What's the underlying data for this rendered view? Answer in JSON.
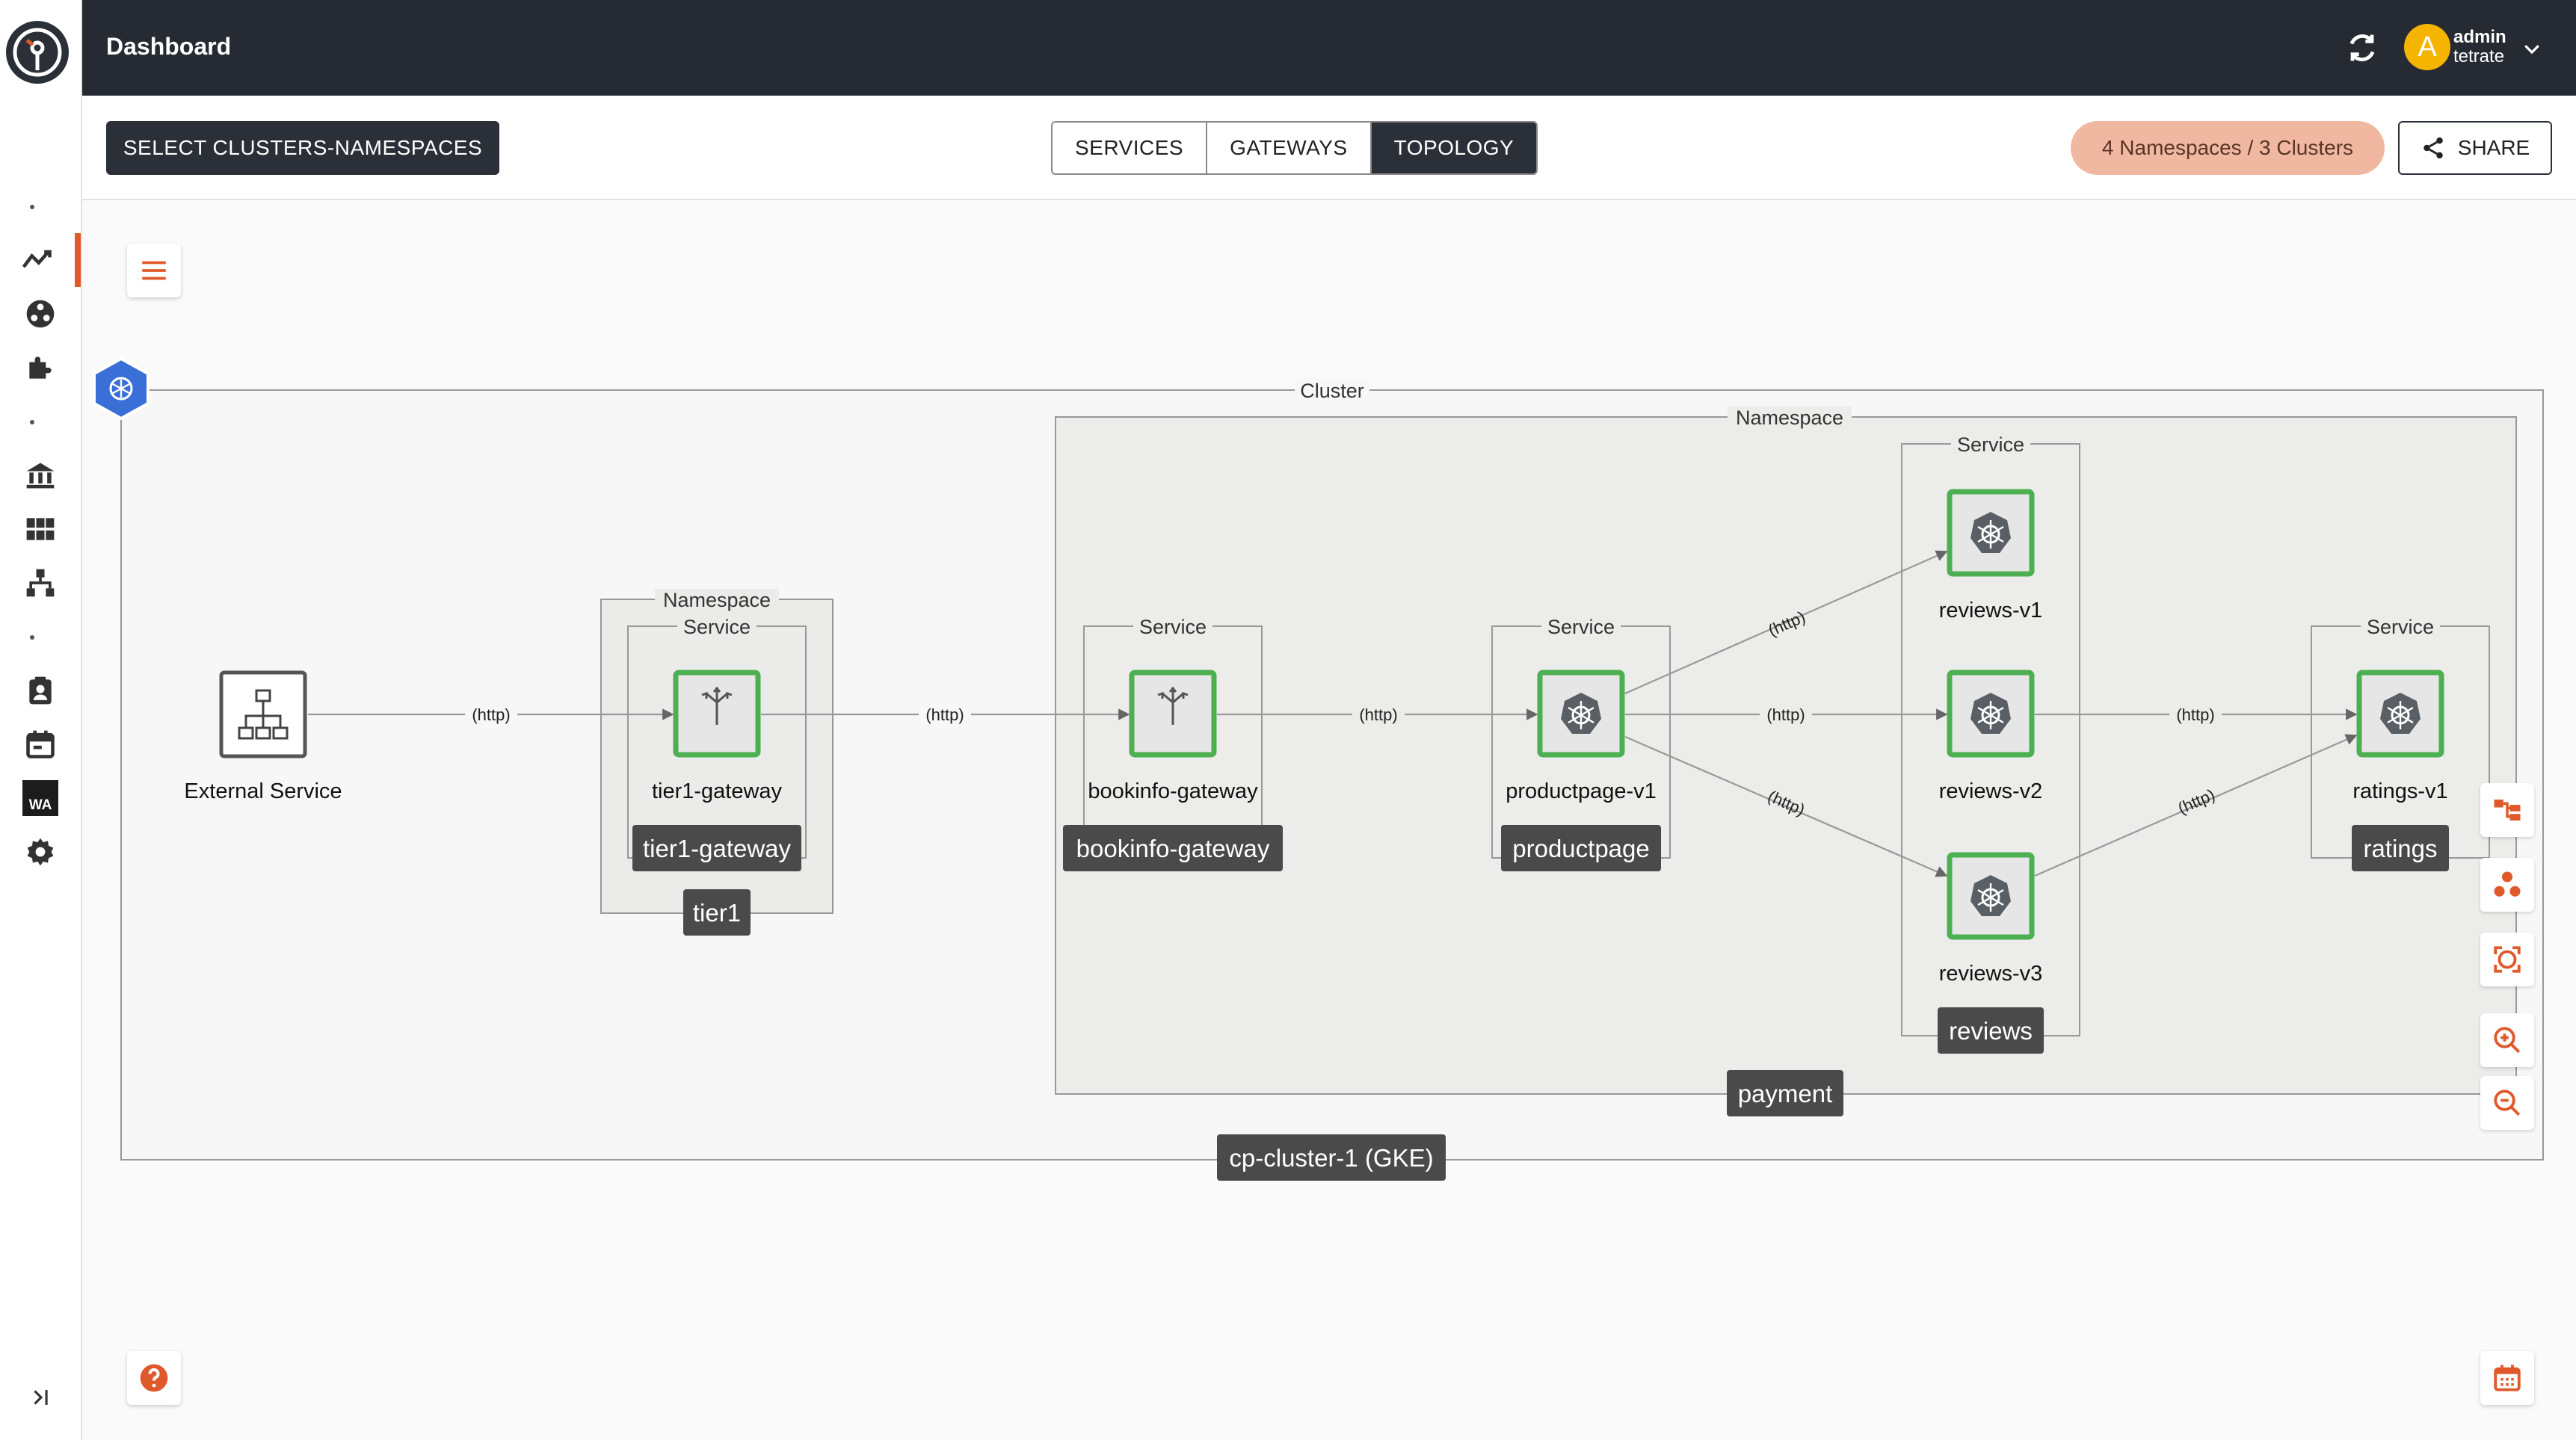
{
  "header": {
    "title": "Dashboard",
    "user_initial": "A",
    "user_name": "admin",
    "user_org": "tetrate"
  },
  "toolbar": {
    "select_label": "SELECT CLUSTERS-NAMESPACES",
    "tabs": [
      {
        "label": "SERVICES",
        "active": false
      },
      {
        "label": "GATEWAYS",
        "active": false
      },
      {
        "label": "TOPOLOGY",
        "active": true
      }
    ],
    "scope_badge": "4 Namespaces / 3 Clusters",
    "share_label": "SHARE"
  },
  "sidebar": {
    "items": [
      {
        "icon": "trend-icon",
        "active": true
      },
      {
        "icon": "organization-icon",
        "active": false
      },
      {
        "icon": "extension-icon",
        "active": false
      },
      {
        "icon": "institution-icon",
        "active": false
      },
      {
        "icon": "grid-icon",
        "active": false
      },
      {
        "icon": "hierarchy-icon",
        "active": false
      },
      {
        "icon": "clipboard-icon",
        "active": false
      },
      {
        "icon": "calendar-icon",
        "active": false
      },
      {
        "icon": "wa-icon",
        "active": false,
        "badge": "WA"
      },
      {
        "icon": "settings-icon",
        "active": false
      }
    ]
  },
  "topology": {
    "group_labels": {
      "cluster": "Cluster",
      "namespace": "Namespace",
      "service": "Service"
    },
    "cluster_name": "cp-cluster-1 (GKE)",
    "namespaces": [
      "tier1",
      "payment"
    ],
    "services": [
      "tier1-gateway",
      "bookinfo-gateway",
      "productpage",
      "reviews",
      "ratings"
    ],
    "nodes": [
      "External Service",
      "tier1-gateway",
      "bookinfo-gateway",
      "productpage-v1",
      "reviews-v1",
      "reviews-v2",
      "reviews-v3",
      "ratings-v1"
    ],
    "edge_protocol": "(http)"
  },
  "colors": {
    "accent": "#e0592a",
    "header_bg": "#262b33",
    "node_border": "#4caf50",
    "cluster_hex": "#3b6fd8",
    "label_bg": "#4a4a4a"
  }
}
